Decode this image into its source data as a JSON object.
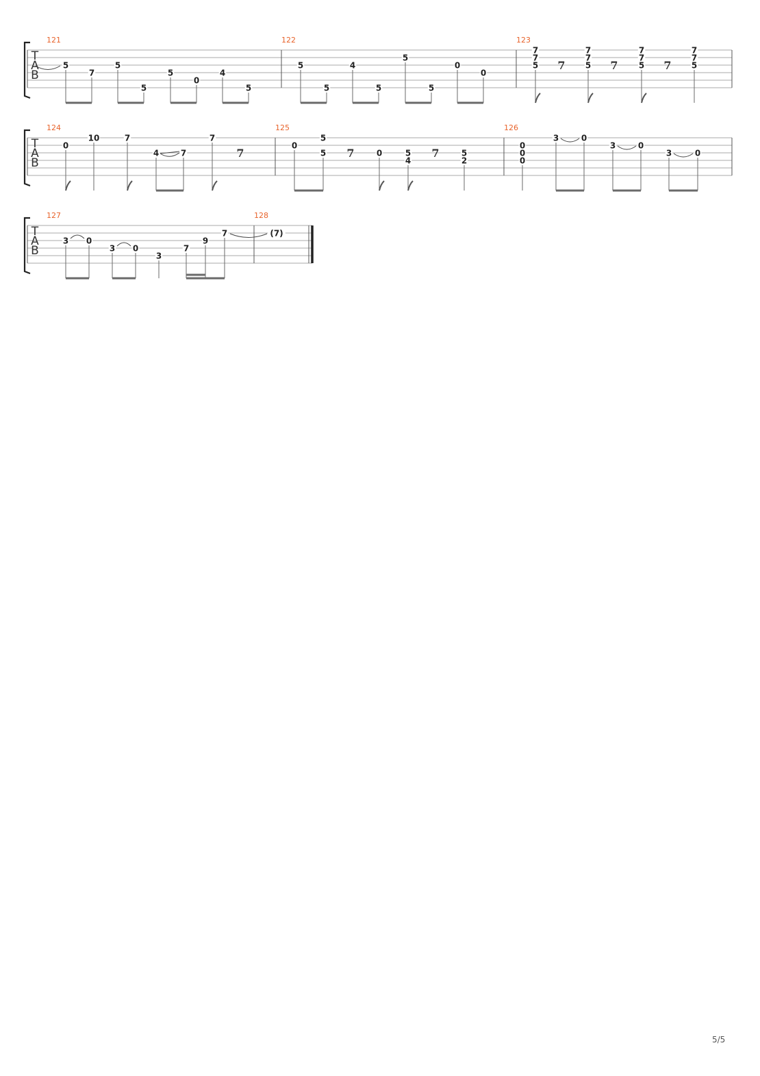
{
  "document": {
    "page_number": "5/5",
    "clef_letters": [
      "T",
      "A",
      "B"
    ]
  },
  "systems": [
    {
      "measures": [
        {
          "number": "121",
          "events": [
            {
              "frets": [
                {
                  "s": 3,
                  "f": "5"
                }
              ],
              "stem": "beam"
            },
            {
              "frets": [
                {
                  "s": 4,
                  "f": "7"
                }
              ],
              "stem": "beam"
            },
            {
              "frets": [
                {
                  "s": 3,
                  "f": "5"
                }
              ],
              "stem": "beam"
            },
            {
              "frets": [
                {
                  "s": 6,
                  "f": "5"
                }
              ],
              "stem": "beam"
            },
            {
              "frets": [
                {
                  "s": 4,
                  "f": "5"
                }
              ],
              "stem": "beam"
            },
            {
              "frets": [
                {
                  "s": 5,
                  "f": "0"
                }
              ],
              "stem": "beam"
            },
            {
              "frets": [
                {
                  "s": 4,
                  "f": "4"
                }
              ],
              "stem": "beam"
            },
            {
              "frets": [
                {
                  "s": 6,
                  "f": "5"
                }
              ],
              "stem": "beam"
            }
          ],
          "tie_in": {
            "to": 0,
            "s": 3
          }
        },
        {
          "number": "122",
          "events": [
            {
              "frets": [
                {
                  "s": 3,
                  "f": "5"
                }
              ],
              "stem": "beam"
            },
            {
              "frets": [
                {
                  "s": 6,
                  "f": "5"
                }
              ],
              "stem": "beam"
            },
            {
              "frets": [
                {
                  "s": 3,
                  "f": "4"
                }
              ],
              "stem": "beam"
            },
            {
              "frets": [
                {
                  "s": 6,
                  "f": "5"
                }
              ],
              "stem": "beam"
            },
            {
              "frets": [
                {
                  "s": 2,
                  "f": "5"
                }
              ],
              "stem": "beam"
            },
            {
              "frets": [
                {
                  "s": 6,
                  "f": "5"
                }
              ],
              "stem": "beam"
            },
            {
              "frets": [
                {
                  "s": 3,
                  "f": "0"
                }
              ],
              "stem": "beam"
            },
            {
              "frets": [
                {
                  "s": 4,
                  "f": "0"
                }
              ],
              "stem": "beam"
            }
          ]
        },
        {
          "number": "123",
          "events": [
            {
              "frets": [
                {
                  "s": 1,
                  "f": "7"
                },
                {
                  "s": 2,
                  "f": "7"
                },
                {
                  "s": 3,
                  "f": "5"
                }
              ],
              "stem": "flag"
            },
            {
              "rest": true
            },
            {
              "frets": [
                {
                  "s": 1,
                  "f": "7"
                },
                {
                  "s": 2,
                  "f": "7"
                },
                {
                  "s": 3,
                  "f": "5"
                }
              ],
              "stem": "flag"
            },
            {
              "rest": true
            },
            {
              "frets": [
                {
                  "s": 1,
                  "f": "7"
                },
                {
                  "s": 2,
                  "f": "7"
                },
                {
                  "s": 3,
                  "f": "5"
                }
              ],
              "stem": "flag"
            },
            {
              "rest": true
            },
            {
              "frets": [
                {
                  "s": 1,
                  "f": "7"
                },
                {
                  "s": 2,
                  "f": "7"
                },
                {
                  "s": 3,
                  "f": "5"
                }
              ],
              "stem": "plain"
            }
          ]
        }
      ]
    },
    {
      "measures": [
        {
          "number": "124",
          "events": [
            {
              "frets": [
                {
                  "s": 2,
                  "f": "0"
                }
              ],
              "stem": "flag"
            },
            {
              "frets": [
                {
                  "s": 1,
                  "f": "10"
                }
              ],
              "stem": "plain"
            },
            {
              "frets": [
                {
                  "s": 1,
                  "f": "7"
                }
              ],
              "stem": "flag"
            },
            {
              "frets": [
                {
                  "s": 3,
                  "f": "4"
                }
              ],
              "stem": "beam"
            },
            {
              "frets": [
                {
                  "s": 3,
                  "f": "7"
                }
              ],
              "stem": "beam"
            },
            {
              "frets": [
                {
                  "s": 1,
                  "f": "7"
                }
              ],
              "stem": "flag"
            },
            {
              "rest": true
            }
          ],
          "slide": {
            "from": 3,
            "to": 4,
            "s": 3
          }
        },
        {
          "number": "125",
          "events": [
            {
              "frets": [
                {
                  "s": 2,
                  "f": "0"
                }
              ],
              "stem": "beam"
            },
            {
              "frets": [
                {
                  "s": 1,
                  "f": "5"
                },
                {
                  "s": 3,
                  "f": "5"
                }
              ],
              "stem": "beam"
            },
            {
              "rest": true
            },
            {
              "frets": [
                {
                  "s": 3,
                  "f": "0"
                }
              ],
              "stem": "flag"
            },
            {
              "frets": [
                {
                  "s": 3,
                  "f": "5"
                },
                {
                  "s": 4,
                  "f": "4"
                }
              ],
              "stem": "flag"
            },
            {
              "rest": true
            },
            {
              "frets": [
                {
                  "s": 3,
                  "f": "5"
                },
                {
                  "s": 4,
                  "f": "2"
                }
              ],
              "stem": "plain"
            }
          ]
        },
        {
          "number": "126",
          "events": [
            {
              "frets": [
                {
                  "s": 2,
                  "f": "0"
                },
                {
                  "s": 3,
                  "f": "0"
                },
                {
                  "s": 4,
                  "f": "0"
                }
              ],
              "stem": "plain"
            },
            {
              "frets": [
                {
                  "s": 1,
                  "f": "3"
                }
              ],
              "stem": "beam"
            },
            {
              "frets": [
                {
                  "s": 1,
                  "f": "0"
                }
              ],
              "stem": "beam"
            },
            {
              "frets": [
                {
                  "s": 2,
                  "f": "3"
                }
              ],
              "stem": "beam"
            },
            {
              "frets": [
                {
                  "s": 2,
                  "f": "0"
                }
              ],
              "stem": "beam"
            },
            {
              "frets": [
                {
                  "s": 3,
                  "f": "3"
                }
              ],
              "stem": "beam"
            },
            {
              "frets": [
                {
                  "s": 3,
                  "f": "0"
                }
              ],
              "stem": "beam"
            }
          ],
          "ties": [
            {
              "from": 1,
              "to": 2,
              "s": 1,
              "dir": "under"
            },
            {
              "from": 3,
              "to": 4,
              "s": 2,
              "dir": "under"
            },
            {
              "from": 5,
              "to": 6,
              "s": 3,
              "dir": "under"
            }
          ]
        }
      ]
    },
    {
      "measures": [
        {
          "number": "127",
          "events": [
            {
              "frets": [
                {
                  "s": 3,
                  "f": "3"
                }
              ],
              "stem": "beam"
            },
            {
              "frets": [
                {
                  "s": 3,
                  "f": "0"
                }
              ],
              "stem": "beam"
            },
            {
              "frets": [
                {
                  "s": 4,
                  "f": "3"
                }
              ],
              "stem": "beam"
            },
            {
              "frets": [
                {
                  "s": 4,
                  "f": "0"
                }
              ],
              "stem": "beam"
            },
            {
              "frets": [
                {
                  "s": 5,
                  "f": "3"
                }
              ],
              "stem": "plain"
            },
            {
              "frets": [
                {
                  "s": 4,
                  "f": "7"
                }
              ],
              "stem": "beam16"
            },
            {
              "frets": [
                {
                  "s": 3,
                  "f": "9"
                }
              ],
              "stem": "beam16"
            },
            {
              "frets": [
                {
                  "s": 2,
                  "f": "7"
                }
              ],
              "stem": "beam16"
            }
          ],
          "ties": [
            {
              "from": 0,
              "to": 1,
              "s": 3,
              "dir": "over"
            },
            {
              "from": 2,
              "to": 3,
              "s": 4,
              "dir": "over"
            }
          ]
        },
        {
          "number": "128",
          "events": [
            {
              "frets": [
                {
                  "s": 2,
                  "f": "(7)"
                }
              ],
              "stem": "none"
            }
          ],
          "tie_in": {
            "to": 0,
            "s": 2
          },
          "final": true
        }
      ]
    }
  ]
}
